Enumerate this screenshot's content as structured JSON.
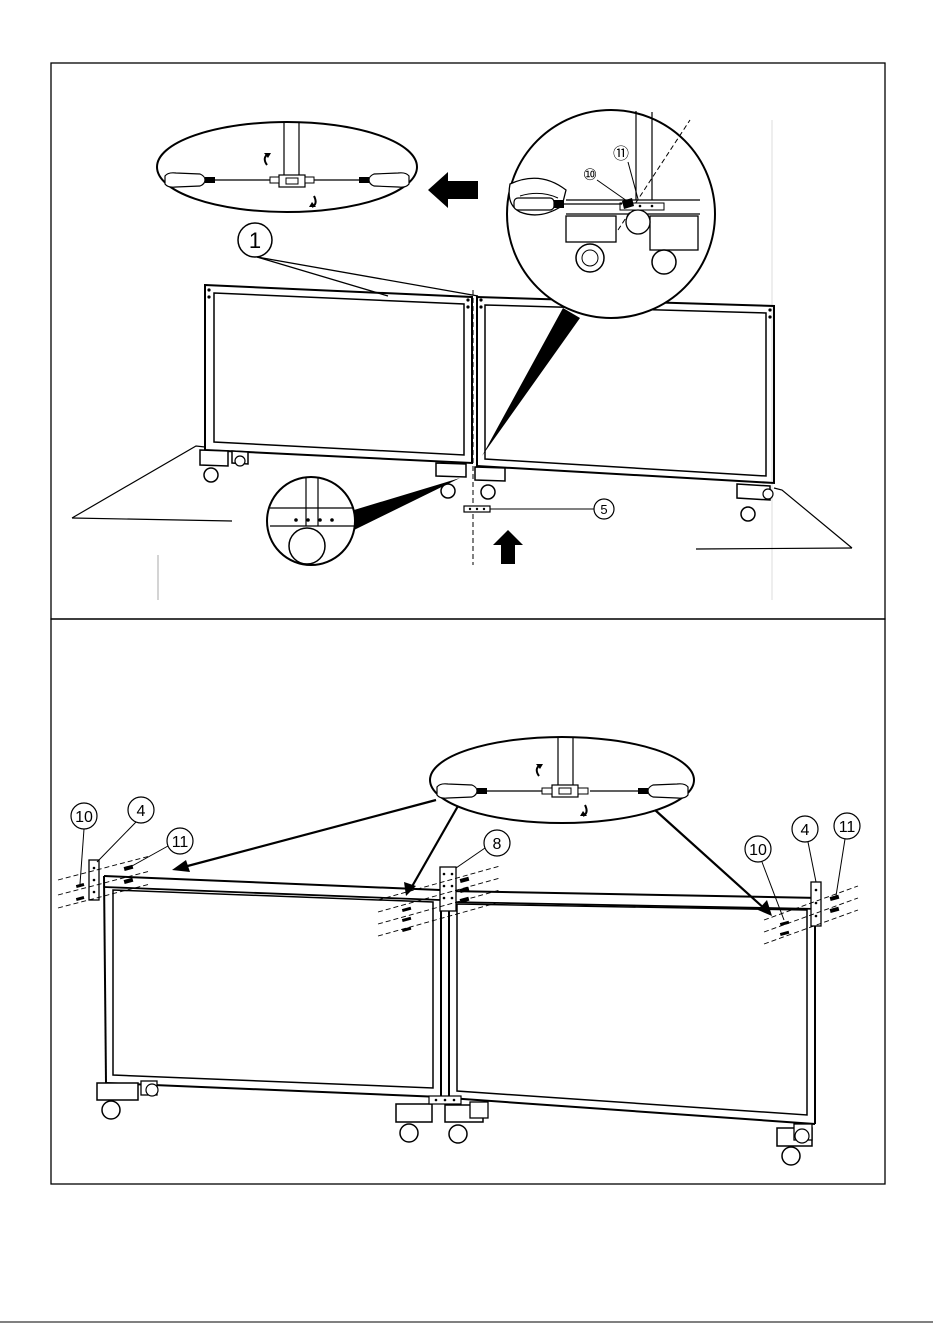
{
  "callouts": {
    "top_part1": "1",
    "top_part5": "5",
    "top_part10": "⑩",
    "top_part11": "⑪",
    "bottom_part10_left": "10",
    "bottom_part4_left": "4",
    "bottom_part11_left": "11",
    "bottom_part8": "8",
    "bottom_part10_right": "10",
    "bottom_part4_right": "4",
    "bottom_part11_right": "11"
  },
  "colors": {
    "ink": "#000000",
    "paper": "#ffffff"
  }
}
